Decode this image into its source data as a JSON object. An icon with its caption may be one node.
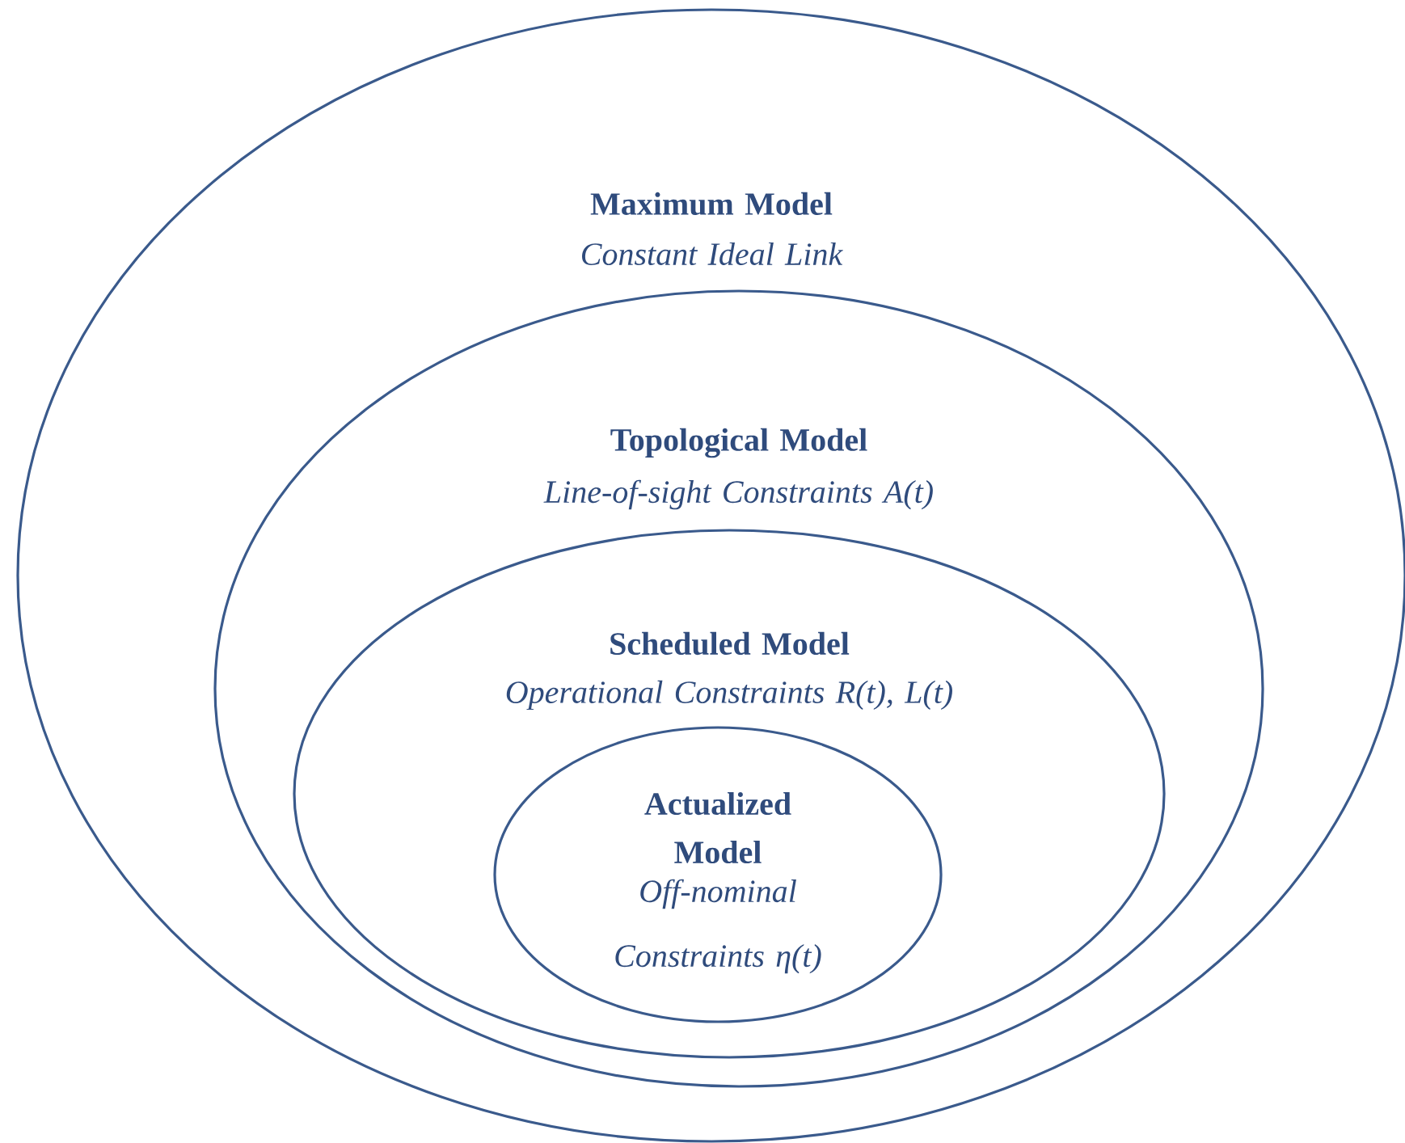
{
  "diagram": {
    "nodes": [
      {
        "text": [
          "Maximum Model",
          "Constant Ideal Link"
        ]
      },
      {
        "text": [
          "Topological Model",
          "Line-of-sight Constraints A(t)"
        ],
        "in": 0
      },
      {
        "text": [
          "Scheduled Model",
          "Operational Constraints R(t), L(t)"
        ],
        "in": 1
      },
      {
        "text": [
          "Actualized Model",
          "Off-nominal Constraints η(t)"
        ],
        "in": 2
      }
    ]
  }
}
